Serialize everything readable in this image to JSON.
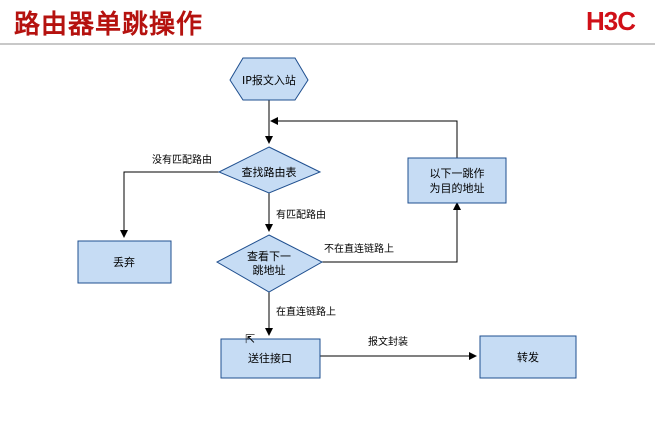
{
  "header": {
    "title": "路由器单跳操作",
    "logo_text": "H3C"
  },
  "colors": {
    "node_fill": "#c6dcf4",
    "node_stroke": "#1f4f8f",
    "edge": "#000000",
    "title": "#b5120f",
    "logo": "#d01018"
  },
  "nodes": {
    "start": "IP报文入站",
    "lookup": "查找路由表",
    "next_hop_check_line1": "查看下一",
    "next_hop_check_line2": "跳地址",
    "drop": "丢弃",
    "send_interface": "送往接口",
    "forward": "转发",
    "next_hop_dest_line1": "以下一跳作",
    "next_hop_dest_line2": "为目的地址"
  },
  "edges": {
    "no_match": "没有匹配路由",
    "has_match": "有匹配路由",
    "not_direct": "不在直连链路上",
    "on_direct": "在直连链路上",
    "encapsulate": "报文封装"
  }
}
